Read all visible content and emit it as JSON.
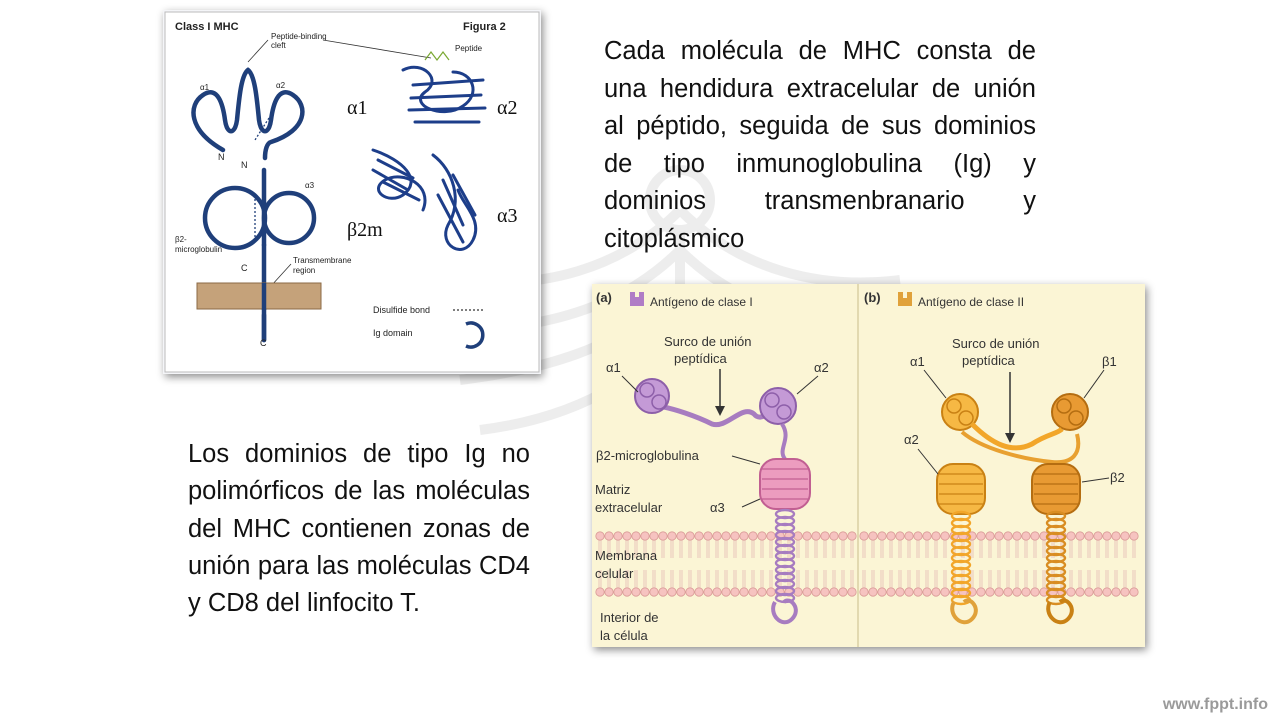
{
  "slide": {
    "paragraph_top": "Cada molécula de MHC consta de una hendidura extracelular de unión al péptido, seguida de sus dominios de tipo inmunoglobulina (Ig) y dominios transmenbranario y citoplásmico",
    "paragraph_bottom": "Los dominios de tipo Ig no polimórficos de las moléculas del MHC contienen zonas de unión para las moléculas CD4 y CD8 del linfocito T.",
    "footer": "www.fppt.info"
  },
  "figure1": {
    "title": "Class I MHC",
    "figure_label": "Figura 2",
    "cleft_label_1": "Peptide-binding",
    "cleft_label_2": "cleft",
    "peptide_label": "Peptide",
    "alpha1": "α1",
    "alpha2": "α2",
    "alpha3": "α3",
    "n1": "N",
    "n2": "N",
    "c1": "C",
    "c2": "C",
    "b2m_1": "β2-",
    "b2m_2": "microglobulin",
    "tm_1": "Transmembrane",
    "tm_2": "region",
    "legend_disulfide": "Disulfide bond",
    "legend_ig": "Ig domain",
    "ribbon_alpha1": "α1",
    "ribbon_alpha2": "α2",
    "ribbon_alpha3": "α3",
    "ribbon_b2m": "β2m"
  },
  "figure2": {
    "a_tag": "(a)",
    "a_title": "Antígeno de clase I",
    "b_tag": "(b)",
    "b_title": "Antígeno de clase II",
    "a_groove_1": "Surco de unión",
    "a_groove_2": "peptídica",
    "b_groove_1": "Surco de unión",
    "b_groove_2": "peptídica",
    "a_alpha1": "α1",
    "a_alpha2": "α2",
    "a_alpha3": "α3",
    "a_b2m": "β2-microglobulina",
    "b_alpha1": "α1",
    "b_alpha2": "α2",
    "b_beta1": "β1",
    "b_beta2": "β2",
    "matrix_1": "Matriz",
    "matrix_2": "extracelular",
    "membrane_1": "Membrana",
    "membrane_2": "celular",
    "interior_1": "Interior de",
    "interior_2": "la célula"
  },
  "colors": {
    "class1_purple": "#a77cc0",
    "class1_pink": "#e07aa8",
    "class2_orange": "#f2a62a",
    "membrane_bead": "#f6c3c0",
    "ribbon_blue": "#1d3e8a"
  },
  "icons": [
    "watermark-wings-icon",
    "class-i-small-icon",
    "class-ii-small-icon"
  ]
}
